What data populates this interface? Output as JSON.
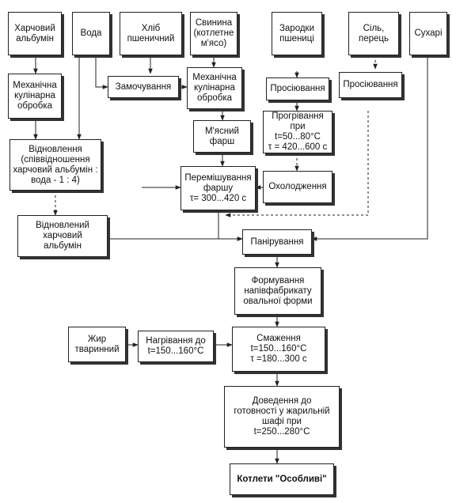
{
  "nodes": {
    "albumin": "Харчовий\nальбумін",
    "water": "Вода",
    "bread": "Хліб\nпшеничний",
    "pork": "Свинина\n(котлетне\nм'ясо)",
    "germ": "Зародки\nпшениці",
    "salt": "Сіль,\nперець",
    "crumbs": "Сухарі",
    "mech1": "Механічна\nкулінарна\nобробка",
    "soak": "Замочування",
    "mech2": "Механічна\nкулінарна\nобробка",
    "sift1": "Просіювання",
    "sift2": "Просіювання",
    "mince": "М'ясний\nфарш",
    "heat": "Прогрівання\nпри t=50...80°С\nτ = 420...600 с",
    "restore": "Відновлення\n(співвідношення\nхарчовий альбумін :\nвода - 1 : 4)",
    "mix": "Перемішування\nфаршу\nτ= 300...420 с",
    "cool": "Охолодження",
    "restored": "Відновлений\nхарчовий\nальбумін",
    "breading": "Панірування",
    "forming": "Формування\nнапівфабрикату\nовальної форми",
    "fat": "Жир\nтваринний",
    "heating": "Нагрівання до\nt=150...160°С",
    "frying": "Смаження\nt=150...160°С\nτ =180...300 с",
    "finish": "Доведення до\nготовності у жарильній\nшафі при\nt=250...280°С",
    "result": "Котлети \"Особливі\""
  }
}
